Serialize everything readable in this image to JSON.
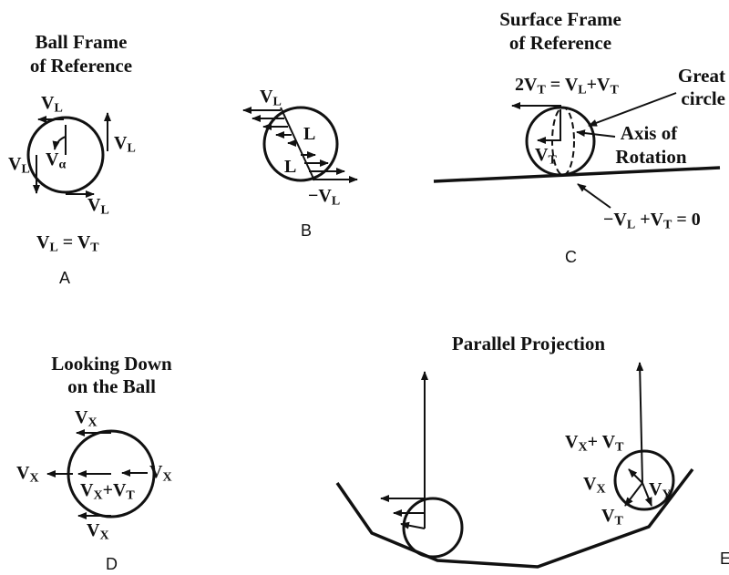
{
  "panels": {
    "a": {
      "title_line1": "Ball Frame",
      "title_line2": "of Reference",
      "equation": "V",
      "eq_sub1": "L",
      "eq_mid": " = V",
      "eq_sub2": "T",
      "panel_label": "A",
      "vl_letter": "V",
      "vl_sub": "L",
      "valpha_letter": "V",
      "valpha_sub": "α"
    },
    "b": {
      "panel_label": "B",
      "vl_letter": "V",
      "vl_sub": "L",
      "neg_vl_letter": "−V",
      "neg_vl_sub": "L",
      "l_label": "L"
    },
    "c": {
      "title_line1": "Surface Frame",
      "title_line2": "of Reference",
      "top_eq_pre": "2V",
      "top_eq_sub1": "T",
      "top_eq_mid": " = V",
      "top_eq_sub2": "L",
      "top_eq_plus": "+V",
      "top_eq_sub3": "T",
      "great_circle_1": "Great",
      "great_circle_2": "circle",
      "axis_1": "Axis of",
      "axis_2": "Rotation",
      "vt_letter": "V",
      "vt_sub": "T",
      "bottom_eq_pre": "−V",
      "bottom_eq_sub1": "L",
      "bottom_eq_mid": " +V",
      "bottom_eq_sub2": "T",
      "bottom_eq_end": " = 0",
      "panel_label": "C"
    },
    "d": {
      "title_line1": "Looking Down",
      "title_line2": "on the Ball",
      "vx_letter": "V",
      "vx_sub": "X",
      "center_pre": "V",
      "center_sub1": "X",
      "center_plus": "+V",
      "center_sub2": "T",
      "panel_label": "D"
    },
    "e": {
      "title": "Parallel Projection",
      "top_pre": "V",
      "top_sub1": "X",
      "top_plus": "+ V",
      "top_sub2": "T",
      "vx_letter": "V",
      "vx_sub": "X",
      "vy_letter": "V",
      "vy_sub": "Y",
      "vt_letter": "V",
      "vt_sub": "T",
      "panel_label": "E"
    }
  }
}
